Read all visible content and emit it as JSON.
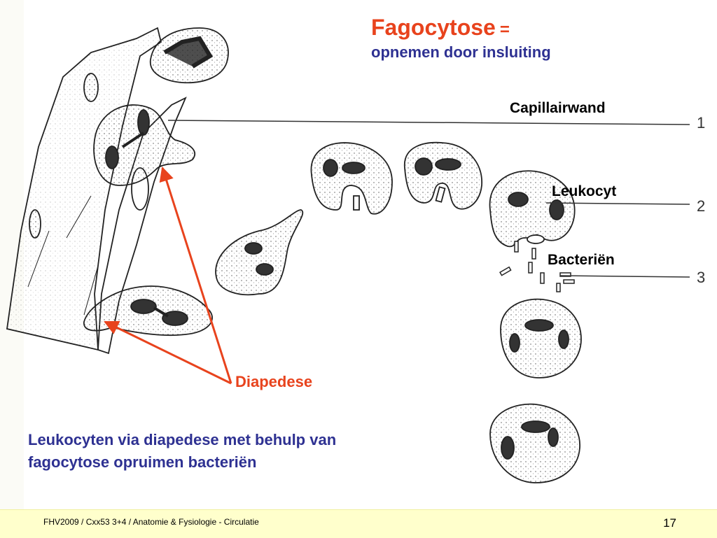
{
  "title": {
    "main": "Fagocytose",
    "equals": "=",
    "subtitle": "opnemen door insluiting"
  },
  "labels": {
    "capillairwand": "Capillairwand",
    "leukocyt": "Leukocyt",
    "bacterien": "Bacteriën",
    "diapedese": "Diapedese"
  },
  "numbers": {
    "n1": "1",
    "n2": "2",
    "n3": "3"
  },
  "caption": {
    "line1": "Leukocyten via diapedese met behulp van",
    "line2": "fagocytose opruimen bacteriën"
  },
  "footer": {
    "text": "FHV2009 / Cxx53 3+4 / Anatomie & Fysiologie - Circulatie",
    "page": "17"
  },
  "colors": {
    "accent": "#e8431d",
    "blue": "#2e3192",
    "footer_bg": "#ffffcc"
  }
}
